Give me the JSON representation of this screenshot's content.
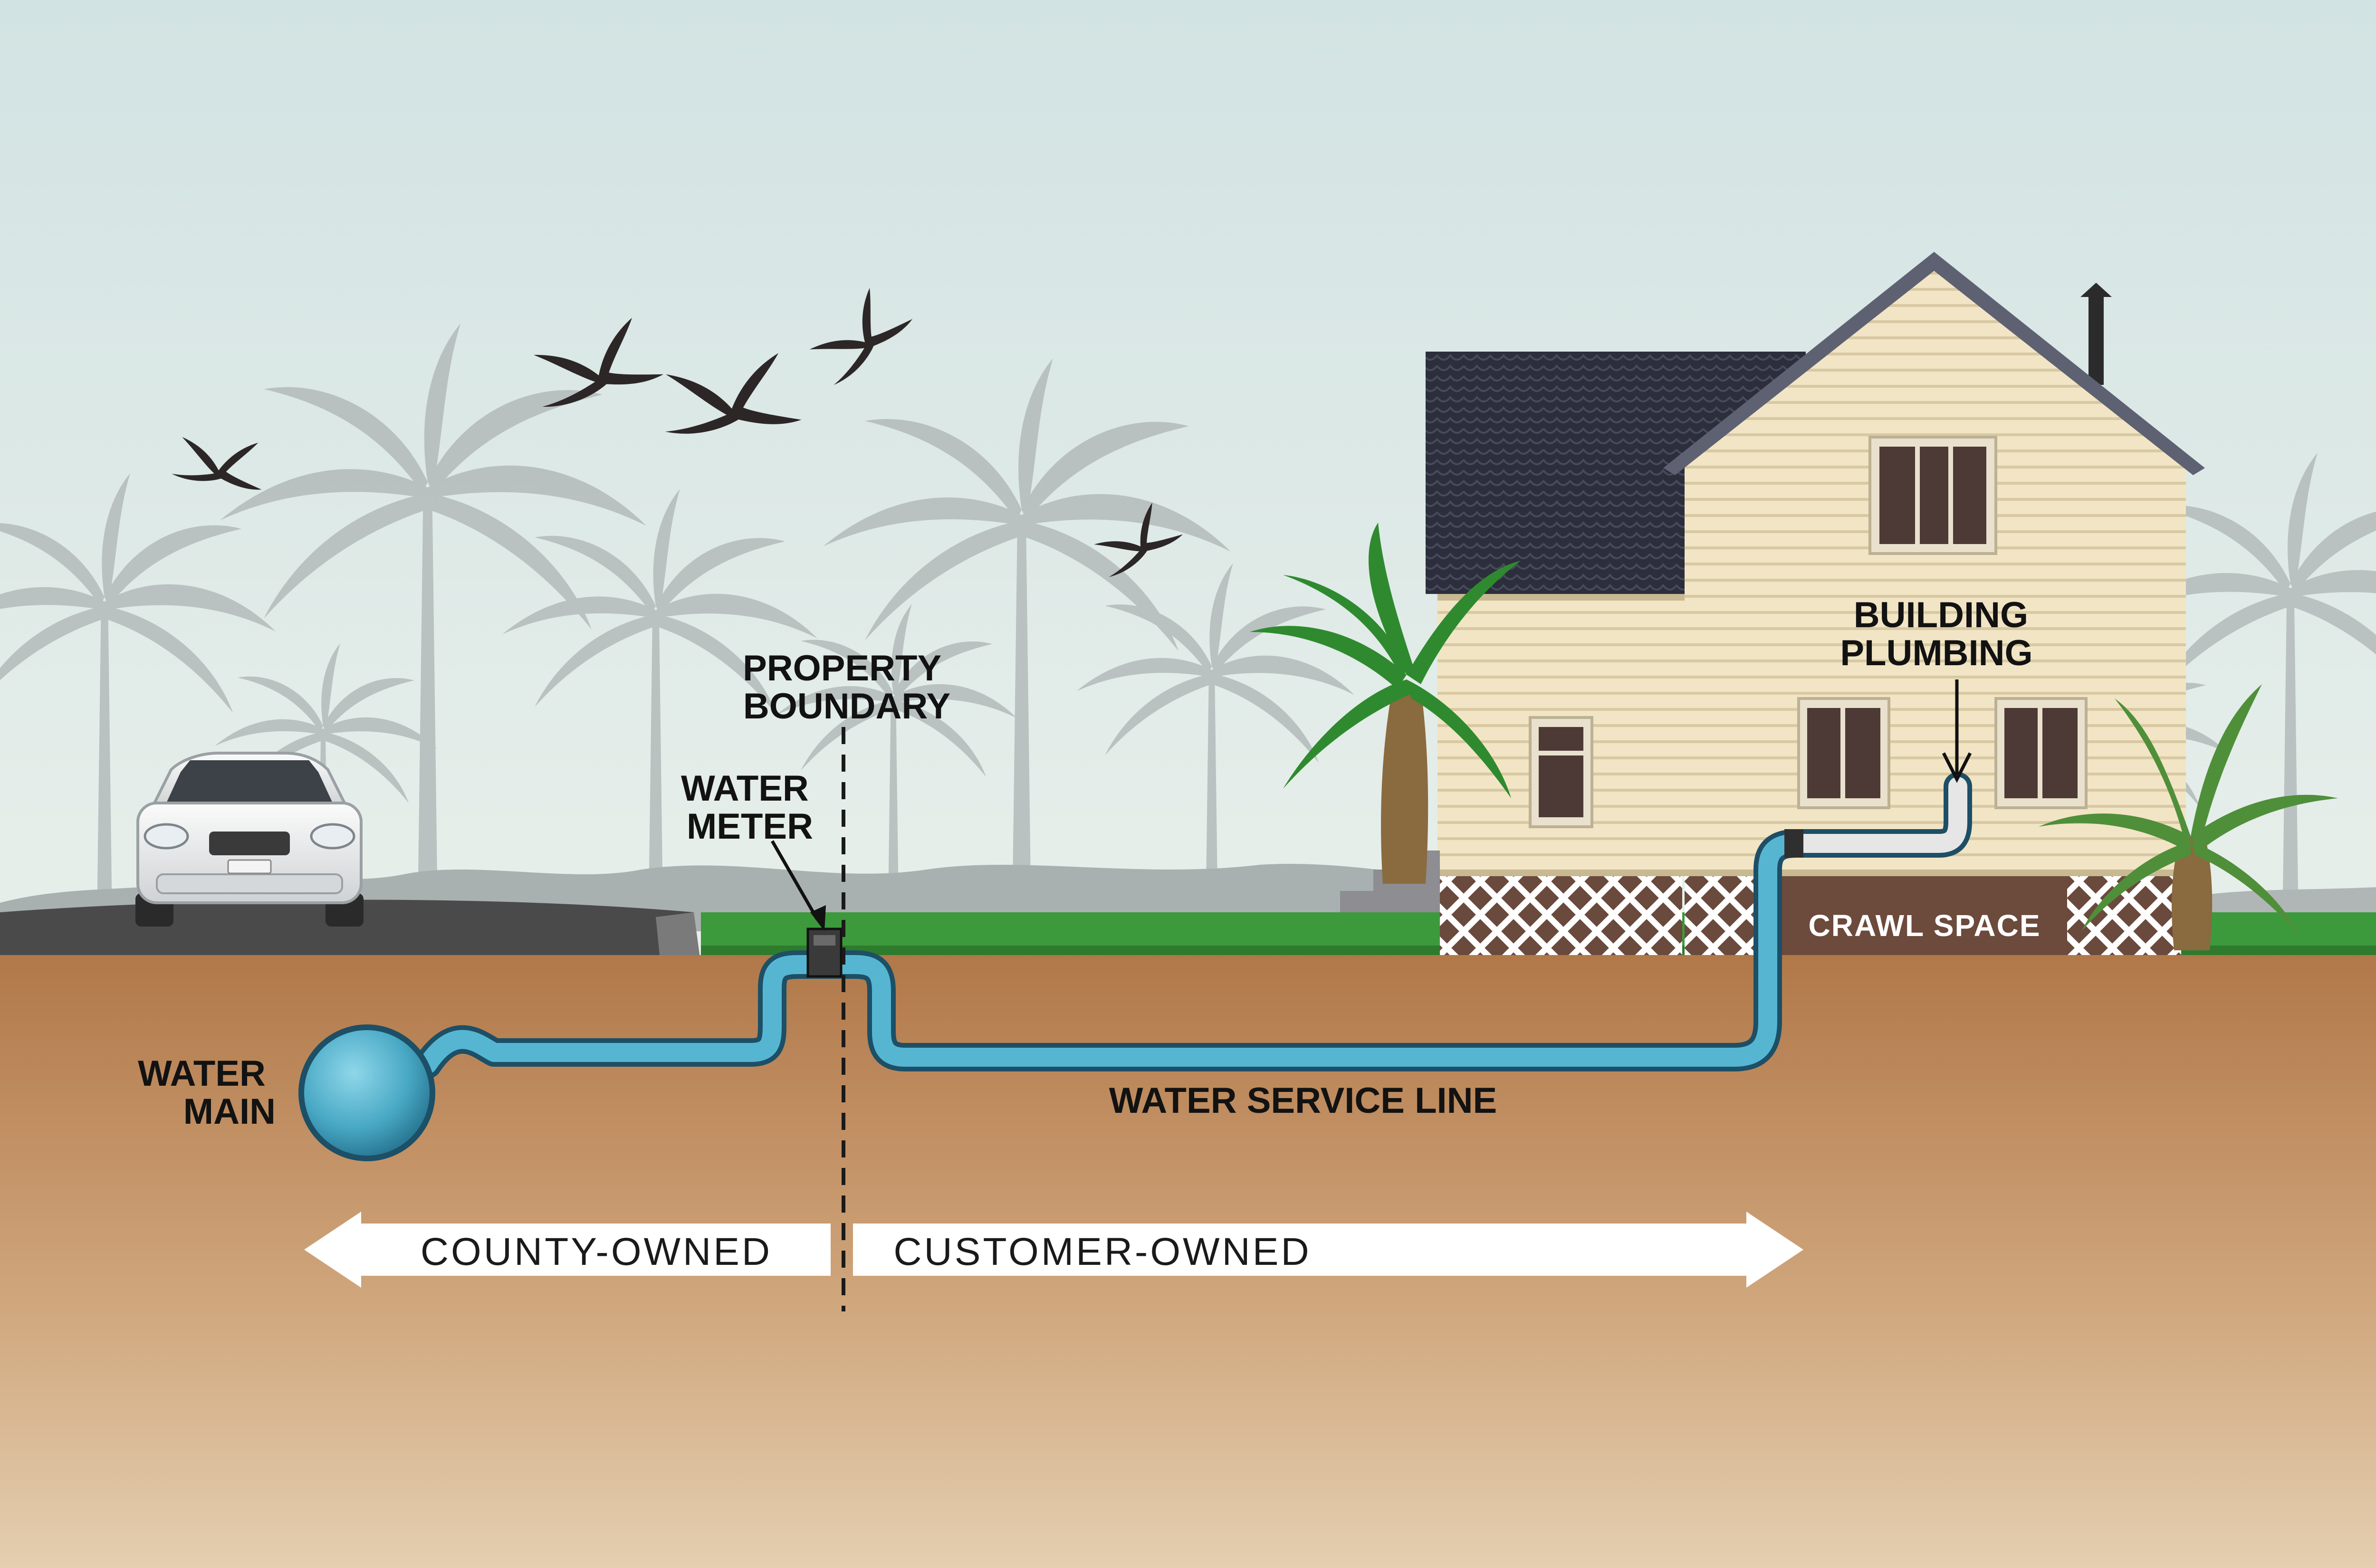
{
  "labels": {
    "property_boundary": [
      "PROPERTY",
      "BOUNDARY"
    ],
    "water_meter": [
      "WATER",
      "METER"
    ],
    "water_main": [
      "WATER",
      "MAIN"
    ],
    "building_plumbing": [
      "BUILDING",
      "PLUMBING"
    ],
    "water_service_line": "WATER SERVICE LINE",
    "crawl_space": "CRAWL SPACE",
    "county_owned": "COUNTY-OWNED",
    "customer_owned": "CUSTOMER-OWNED"
  },
  "colors": {
    "sky_top": "#d2e3e3",
    "sky_bottom": "#e6eeea",
    "soil_top": "#b27a4a",
    "soil_bottom": "#e3ccac",
    "grass": "#3c9a3c",
    "pipe": "#56b6d2",
    "pipe_outline": "#1d4f66",
    "house_siding": "#f0e4c4",
    "roof": "#2d2f3d",
    "palm_silhouette": "#b5bcbc",
    "arrow": "#ffffff"
  }
}
